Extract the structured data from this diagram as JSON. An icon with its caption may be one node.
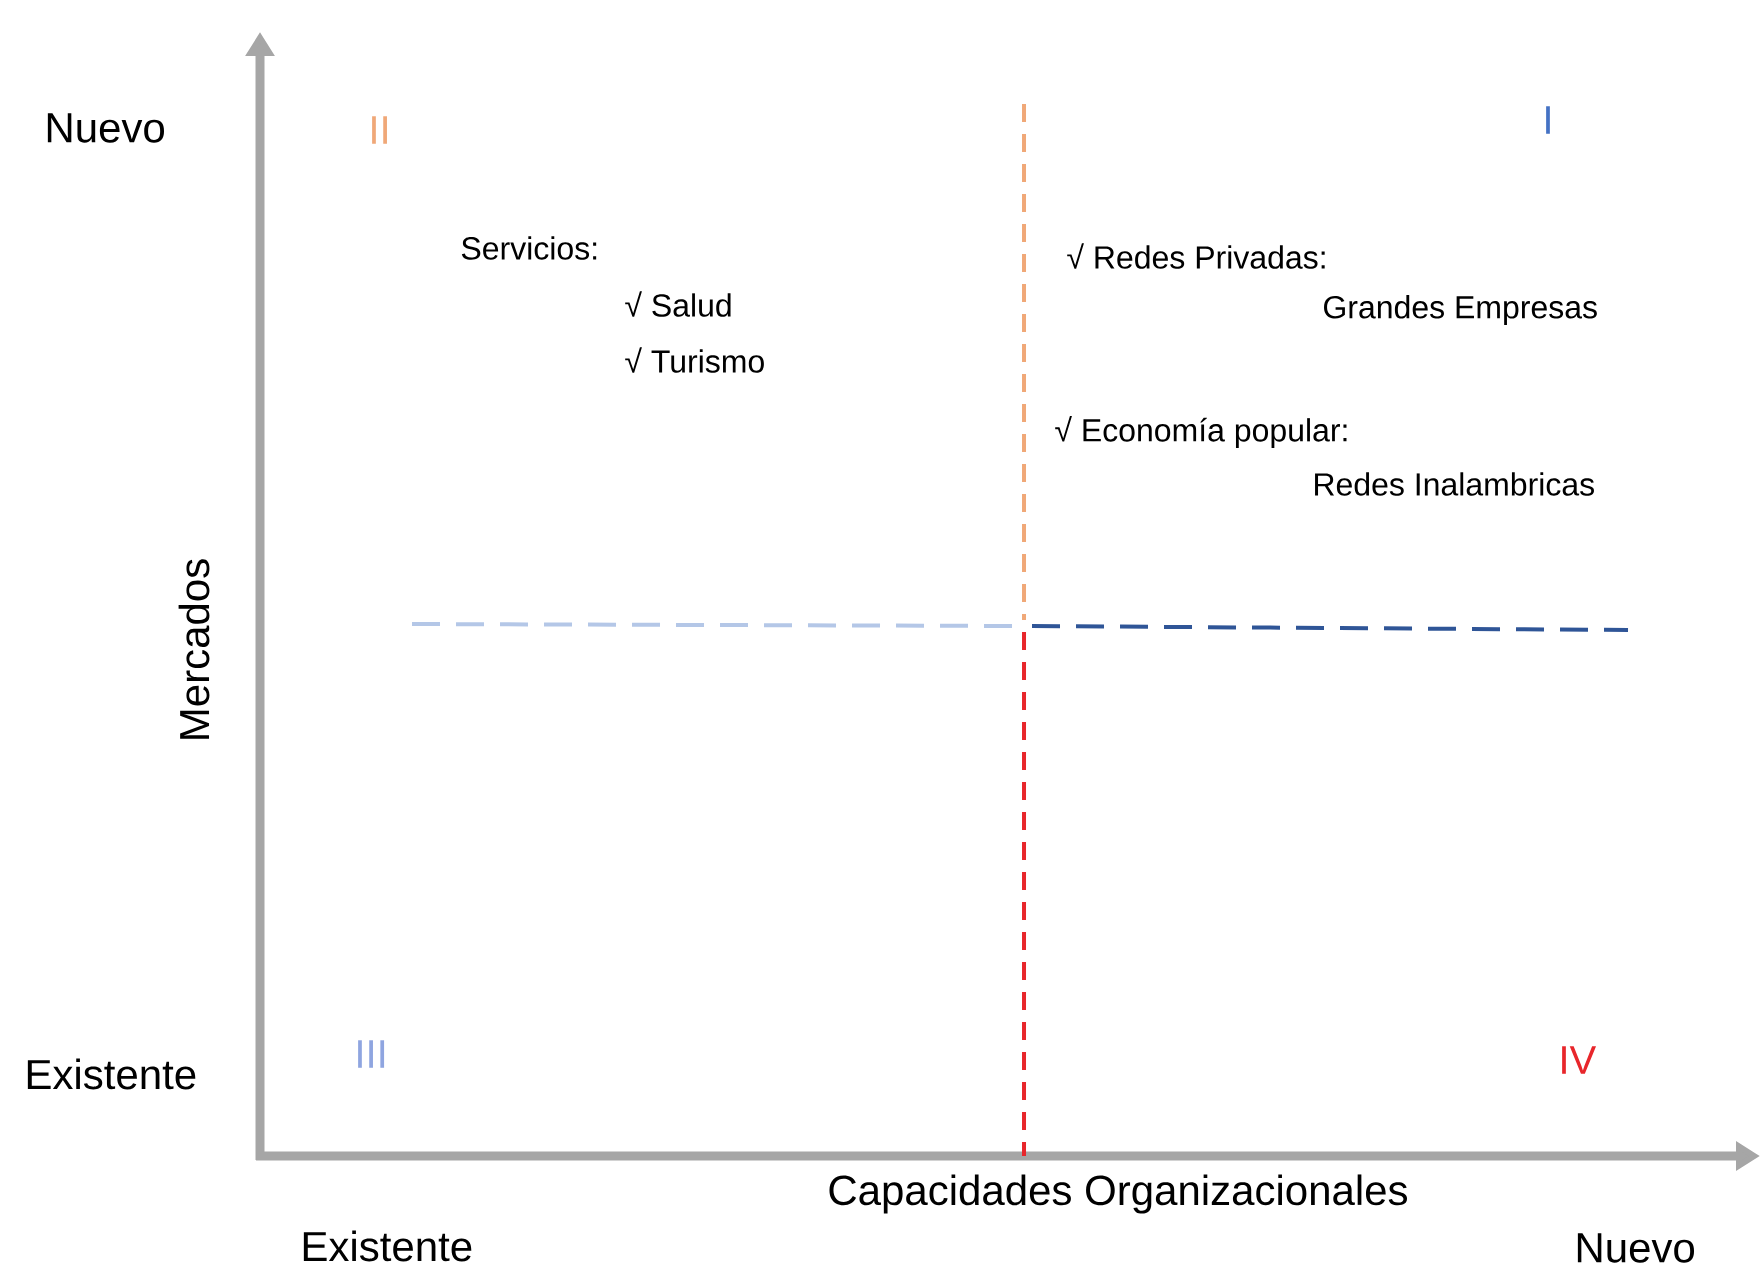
{
  "diagram": {
    "labels": [
      "Nuevo",
      "II",
      "I",
      "Servicios:",
      "√ Salud",
      "√ Turismo",
      "√ Redes Privadas:",
      "Grandes Empresas",
      "√ Economía popular:",
      "Redes Inalambricas",
      "Mercados",
      "Existente",
      "III",
      "IV",
      "Capacidades Organizacionales",
      "Existente",
      "Nuevo"
    ]
  }
}
